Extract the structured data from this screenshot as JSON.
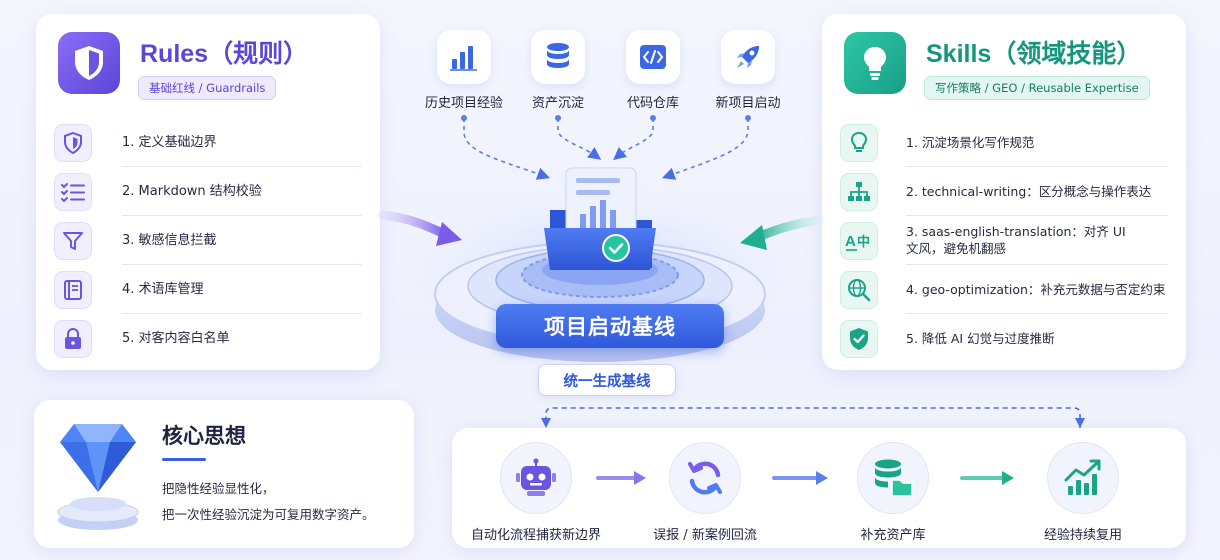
{
  "rules": {
    "title": "Rules（规则）",
    "tag": "基础红线 / Guardrails",
    "items": [
      {
        "text": "1.  定义基础边界",
        "icon": "shield-icon"
      },
      {
        "text": "2.  Markdown 结构校验",
        "icon": "checklist-icon"
      },
      {
        "text": "3.  敏感信息拦截",
        "icon": "filter-icon"
      },
      {
        "text": "4.  术语库管理",
        "icon": "book-icon"
      },
      {
        "text": "5.  对客内容白名单",
        "icon": "lock-icon"
      }
    ]
  },
  "skills": {
    "title": "Skills（领域技能）",
    "tag": "写作策略 / GEO / Reusable Expertise",
    "items": [
      {
        "text": "1.  沉淀场景化写作规范",
        "icon": "lightbulb-icon"
      },
      {
        "text": "2.  technical-writing：区分概念与操作表达",
        "icon": "hierarchy-icon"
      },
      {
        "text": "3.  saas-english-translation：对齐 UI\n     文风，避免机翻感",
        "icon": "translate-icon"
      },
      {
        "text": "4.  geo-optimization：补充元数据与否定约束",
        "icon": "globe-search-icon"
      },
      {
        "text": "5.  降低 AI 幻觉与过度推断",
        "icon": "shield-check-icon"
      }
    ]
  },
  "sources": [
    {
      "label": "历史项目经验",
      "icon": "bar-chart-icon"
    },
    {
      "label": "资产沉淀",
      "icon": "database-icon"
    },
    {
      "label": "代码仓库",
      "icon": "code-icon"
    },
    {
      "label": "新项目启动",
      "icon": "rocket-icon"
    }
  ],
  "center": {
    "baseline": "项目启动基线",
    "unify": "统一生成基线"
  },
  "core": {
    "title": "核心思想",
    "line1": "把隐性经验显性化，",
    "line2": "把一次性经验沉淀为可复用数字资产。"
  },
  "flow": [
    {
      "label": "自动化流程捕获新边界",
      "icon": "robot-icon"
    },
    {
      "label": "误报 / 新案例回流",
      "icon": "refresh-icon"
    },
    {
      "label": "补充资产库",
      "icon": "database-folder-icon"
    },
    {
      "label": "经验持续复用",
      "icon": "growth-chart-icon"
    }
  ],
  "colors": {
    "rules_accent": "#5b46d8",
    "skills_accent": "#15957d",
    "center_blue": "#2f58dc"
  }
}
